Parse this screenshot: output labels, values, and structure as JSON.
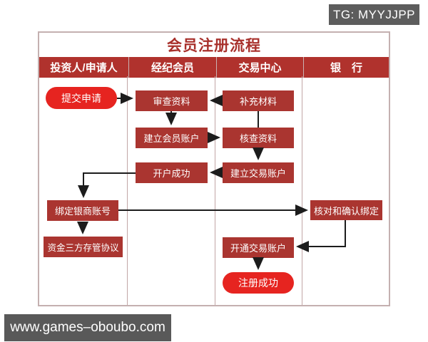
{
  "page": {
    "tg_label": "TG: MYYJJPP",
    "watermark": "www.games–oboubo.com"
  },
  "colors": {
    "header_red": "#b0322d",
    "box_red": "#aa3530",
    "pill_red": "#e62420",
    "title_red": "#a8302b",
    "table_border_pink": "#c4b0b0",
    "badge_gray": "#5d5d5d",
    "arrow_black": "#1c1c1c"
  },
  "flowchart": {
    "title": "会员注册流程",
    "columns": [
      {
        "id": "investor",
        "label": "投资人/申请人"
      },
      {
        "id": "broker",
        "label": "经纪会员"
      },
      {
        "id": "exchange",
        "label": "交易中心"
      },
      {
        "id": "bank",
        "label": "银　行"
      }
    ],
    "nodes": [
      {
        "id": "submit-application",
        "label": "提交申请",
        "shape": "pill",
        "column": "投资人/申请人"
      },
      {
        "id": "review-materials",
        "label": "审查资料",
        "shape": "rect",
        "column": "经纪会员"
      },
      {
        "id": "supplement-materials",
        "label": "补充材料",
        "shape": "rect",
        "column": "交易中心"
      },
      {
        "id": "create-member-account",
        "label": "建立会员账户",
        "shape": "rect",
        "column": "经纪会员"
      },
      {
        "id": "verify-materials",
        "label": "核查资料",
        "shape": "rect",
        "column": "交易中心"
      },
      {
        "id": "account-opened",
        "label": "开户成功",
        "shape": "rect",
        "column": "经纪会员"
      },
      {
        "id": "create-trading-account",
        "label": "建立交易账户",
        "shape": "rect",
        "column": "交易中心"
      },
      {
        "id": "bind-bank-account",
        "label": "绑定银商账号",
        "shape": "rect",
        "column": "投资人/申请人"
      },
      {
        "id": "check-confirm-binding",
        "label": "核对和确认绑定",
        "shape": "rect",
        "column": "银行"
      },
      {
        "id": "tripartite-agreement",
        "label": "资金三方存管协议",
        "shape": "rect",
        "column": "投资人/申请人"
      },
      {
        "id": "activate-trading-account",
        "label": "开通交易账户",
        "shape": "rect",
        "column": "交易中心"
      },
      {
        "id": "registration-success",
        "label": "注册成功",
        "shape": "pill",
        "column": "交易中心"
      }
    ],
    "edges": [
      {
        "from": "提交申请",
        "to": "审查资料",
        "style": "arrow"
      },
      {
        "from": "补充材料",
        "to": "审查资料",
        "style": "arrow"
      },
      {
        "from": "审查资料",
        "to": "建立会员账户",
        "style": "arrow"
      },
      {
        "from": "建立会员账户",
        "to": "核查资料",
        "style": "arrow"
      },
      {
        "from": "补充材料",
        "to": "核查资料",
        "style": "plain-line"
      },
      {
        "from": "核查资料",
        "to": "建立交易账户",
        "style": "arrow"
      },
      {
        "from": "建立交易账户",
        "to": "开户成功",
        "style": "arrow"
      },
      {
        "from": "开户成功",
        "to": "绑定银商账号",
        "style": "arrow-elbow"
      },
      {
        "from": "绑定银商账号",
        "to": "核对和确认绑定",
        "style": "arrow"
      },
      {
        "from": "绑定银商账号",
        "to": "资金三方存管协议",
        "style": "dotted-arrow"
      },
      {
        "from": "核对和确认绑定",
        "to": "开通交易账户",
        "style": "arrow-elbow"
      },
      {
        "from": "开通交易账户",
        "to": "注册成功",
        "style": "arrow"
      }
    ]
  }
}
